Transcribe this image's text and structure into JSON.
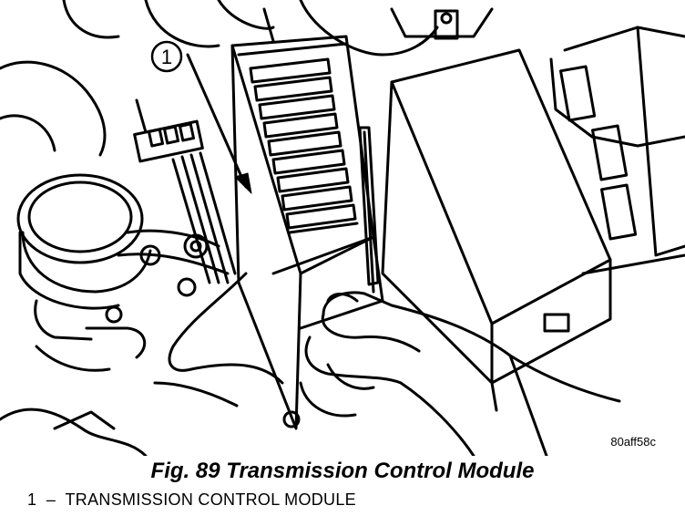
{
  "figure": {
    "callout_number": "1",
    "image_code": "80aff58c"
  },
  "caption": "Fig. 89 Transmission Control Module",
  "legend": {
    "number": "1",
    "dash": "–",
    "text": "TRANSMISSION CONTROL MODULE"
  }
}
